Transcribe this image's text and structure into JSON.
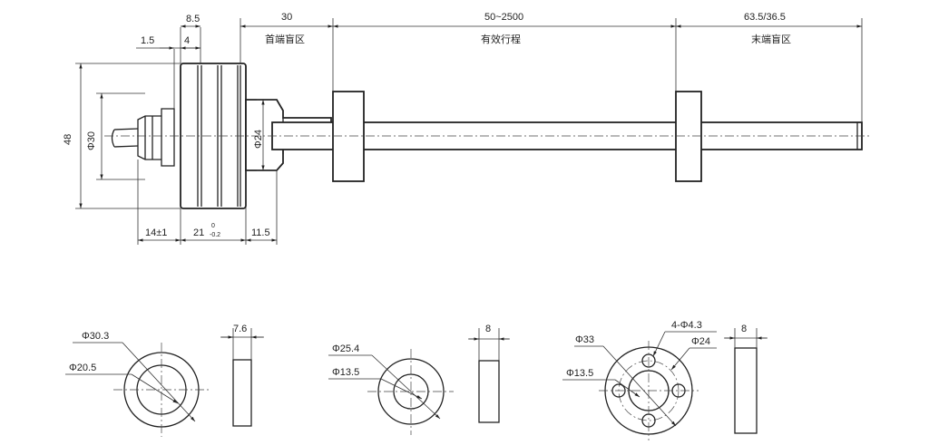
{
  "top_view": {
    "dim_8_5": "8.5",
    "dim_30": "30",
    "dim_50_2500": "50~2500",
    "dim_63_5": "63.5/36.5",
    "dim_1_5": "1.5",
    "dim_4": "4",
    "label_head": "首端盲区",
    "label_stroke": "有效行程",
    "label_tail": "末端盲区",
    "dim_48": "48",
    "dim_phi30": "Φ30",
    "dim_phi24": "Φ24",
    "dim_14": "14±1",
    "dim_21": "21",
    "dim_21_tol_upper": "0",
    "dim_21_tol_lower": "-0.2",
    "dim_11_5": "11.5"
  },
  "ring1": {
    "outer": "Φ30.3",
    "inner": "Φ20.5",
    "thickness": "7.6"
  },
  "ring2": {
    "outer": "Φ25.4",
    "inner": "Φ13.5",
    "thickness": "8"
  },
  "ring3": {
    "outer": "Φ33",
    "holes": "4-Φ4.3",
    "pcd": "Φ24",
    "inner": "Φ13.5",
    "thickness": "8"
  }
}
